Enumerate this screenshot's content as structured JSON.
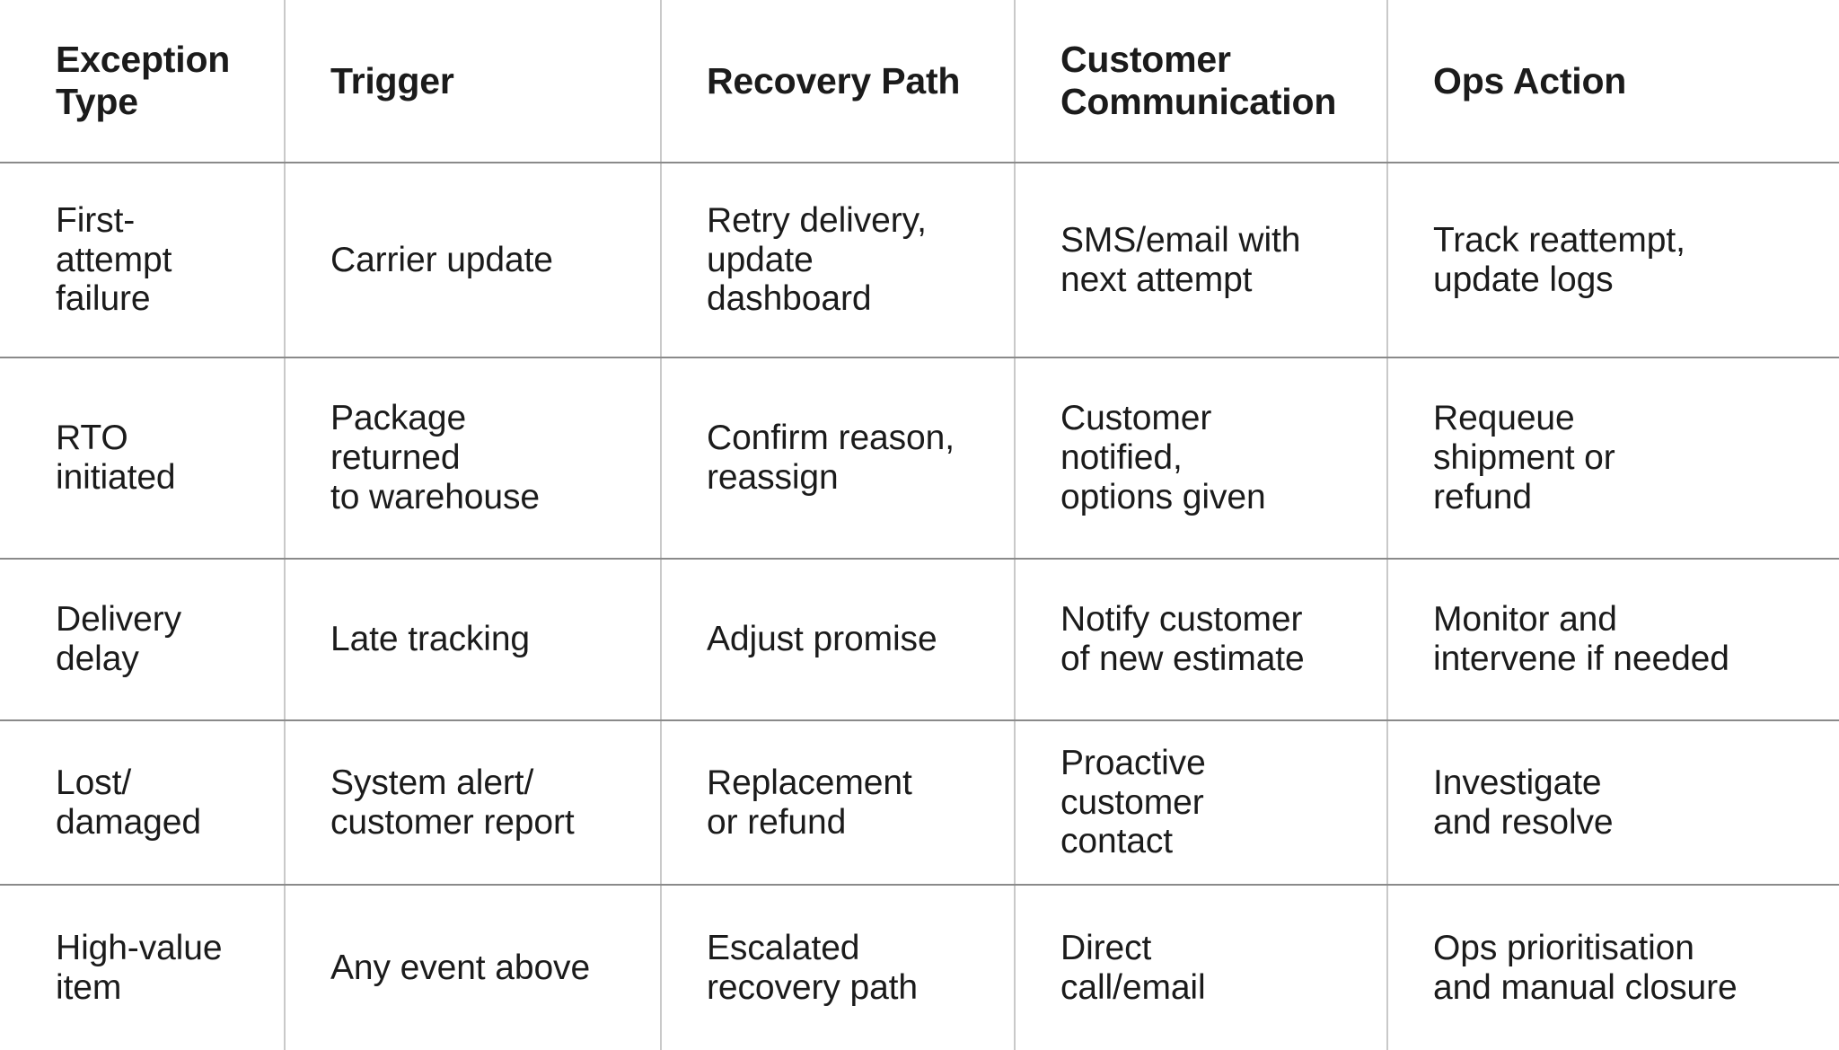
{
  "table": {
    "columns": [
      {
        "key": "exception_type",
        "label": "Exception\nType"
      },
      {
        "key": "trigger",
        "label": "Trigger"
      },
      {
        "key": "recovery_path",
        "label": "Recovery Path"
      },
      {
        "key": "customer_communication",
        "label": "Customer\nCommunication"
      },
      {
        "key": "ops_action",
        "label": "Ops Action"
      }
    ],
    "rows": [
      {
        "exception_type": "First-\nattempt\nfailure",
        "trigger": "Carrier update",
        "recovery_path": "Retry delivery,\nupdate\ndashboard",
        "customer_communication": "SMS/email with\nnext attempt",
        "ops_action": "Track reattempt,\nupdate logs"
      },
      {
        "exception_type": "RTO\ninitiated",
        "trigger": "Package\nreturned\nto warehouse",
        "recovery_path": "Confirm reason,\nreassign",
        "customer_communication": "Customer\nnotified,\noptions given",
        "ops_action": "Requeue\nshipment or\nrefund"
      },
      {
        "exception_type": "Delivery\ndelay",
        "trigger": "Late tracking",
        "recovery_path": "Adjust promise",
        "customer_communication": "Notify customer\nof new estimate",
        "ops_action": "Monitor and\nintervene if needed"
      },
      {
        "exception_type": "Lost/\ndamaged",
        "trigger": "System alert/\ncustomer report",
        "recovery_path": "Replacement\nor refund",
        "customer_communication": "Proactive\ncustomer\ncontact",
        "ops_action": "Investigate\nand resolve"
      },
      {
        "exception_type": "High-value\nitem",
        "trigger": "Any event above",
        "recovery_path": "Escalated\nrecovery path",
        "customer_communication": "Direct\ncall/email",
        "ops_action": "Ops prioritisation\nand manual closure"
      }
    ]
  },
  "colors": {
    "background": "#ffffff",
    "header_text": "#111111",
    "body_text": "#212121",
    "border_vertical": "#c9c9c9",
    "border_horizontal": "#8a8a8a"
  }
}
